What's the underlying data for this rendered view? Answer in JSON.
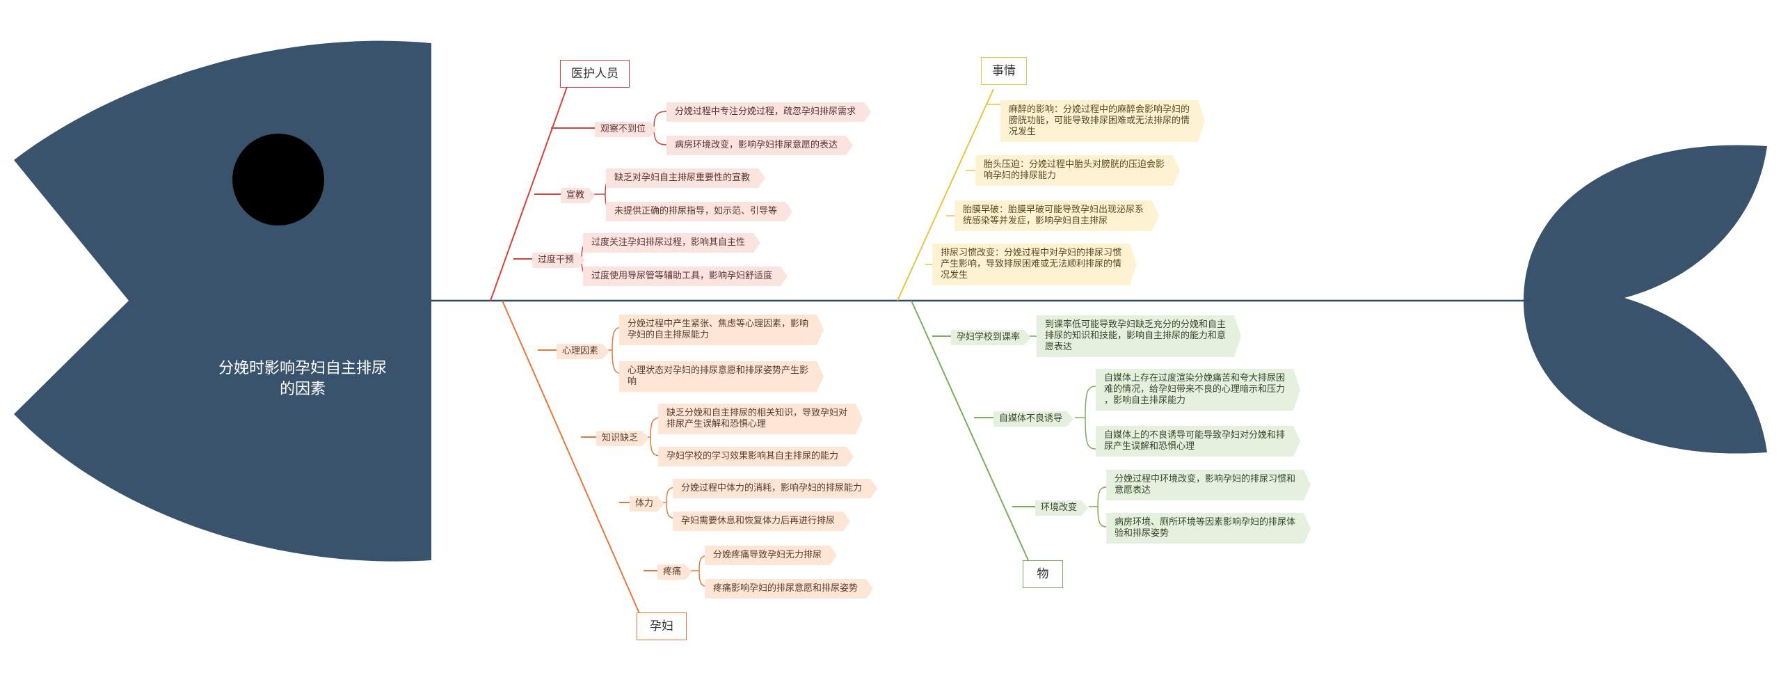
{
  "diagram": {
    "title": "分娩时影响孕妇自主排尿\n的因素",
    "colors": {
      "fish": "#3a536c",
      "eye": "#000000",
      "spine": "#2f4a64",
      "medical": "#d9403a",
      "pregnant": "#e8773a",
      "events": "#e8c440",
      "things": "#7aae5a"
    },
    "categories": {
      "medical": "医护人员",
      "pregnant": "孕妇",
      "events": "事情",
      "things": "物"
    },
    "medical": {
      "observe": {
        "label": "观察不到位",
        "items": [
          "分娩过程中专注分娩过程，疏忽孕妇排尿需求",
          "病房环境改变，影响孕妇排尿意愿的表达"
        ]
      },
      "education": {
        "label": "宣教",
        "items": [
          "缺乏对孕妇自主排尿重要性的宣教",
          "未提供正确的排尿指导，如示范、引导等"
        ]
      },
      "intervention": {
        "label": "过度干预",
        "items": [
          "过度关注孕妇排尿过程，影响其自主性",
          "过度使用导尿管等辅助工具，影响孕妇舒适度"
        ]
      }
    },
    "pregnant": {
      "psych": {
        "label": "心理因素",
        "items": [
          "分娩过程中产生紧张、焦虑等心理因素，影响\n孕妇的自主排尿能力",
          "心理状态对孕妇的排尿意愿和排尿姿势产生影\n响"
        ]
      },
      "knowledge": {
        "label": "知识缺乏",
        "items": [
          "缺乏分娩和自主排尿的相关知识，导致孕妇对\n排尿产生误解和恐惧心理",
          "孕妇学校的学习效果影响其自主排尿的能力"
        ]
      },
      "strength": {
        "label": "体力",
        "items": [
          "分娩过程中体力的消耗，影响孕妇的排尿能力",
          "孕妇需要休息和恢复体力后再进行排尿"
        ]
      },
      "pain": {
        "label": "疼痛",
        "items": [
          "分娩疼痛导致孕妇无力排尿",
          "疼痛影响孕妇的排尿意愿和排尿姿势"
        ]
      }
    },
    "events": {
      "items": [
        "麻醉的影响：分娩过程中的麻醉会影响孕妇的\n膀胱功能，可能导致排尿困难或无法排尿的情\n况发生",
        "胎头压迫：分娩过程中胎头对膀胱的压迫会影\n响孕妇的排尿能力",
        "胎膜早破：胎膜早破可能导致孕妇出现泌尿系\n统感染等并发症，影响孕妇自主排尿",
        "排尿习惯改变：分娩过程中对孕妇的排尿习惯\n产生影响，导致排尿困难或无法顺利排尿的情\n况发生"
      ]
    },
    "things": {
      "school": {
        "label": "孕妇学校到课率",
        "items": [
          "到课率低可能导致孕妇缺乏充分的分娩和自主\n排尿的知识和技能，影响自主排尿的能力和意\n愿表达"
        ]
      },
      "media": {
        "label": "自媒体不良诱导",
        "items": [
          "自媒体上存在过度渲染分娩痛苦和夸大排尿困\n难的情况，给孕妇带来不良的心理暗示和压力\n，影响自主排尿能力",
          "自媒体上的不良诱导可能导致孕妇对分娩和排\n尿产生误解和恐惧心理"
        ]
      },
      "environment": {
        "label": "环境改变",
        "items": [
          "分娩过程中环境改变，影响孕妇的排尿习惯和\n意愿表达",
          "病房环境、厕所环境等因素影响孕妇的排尿体\n验和排尿姿势"
        ]
      }
    }
  }
}
